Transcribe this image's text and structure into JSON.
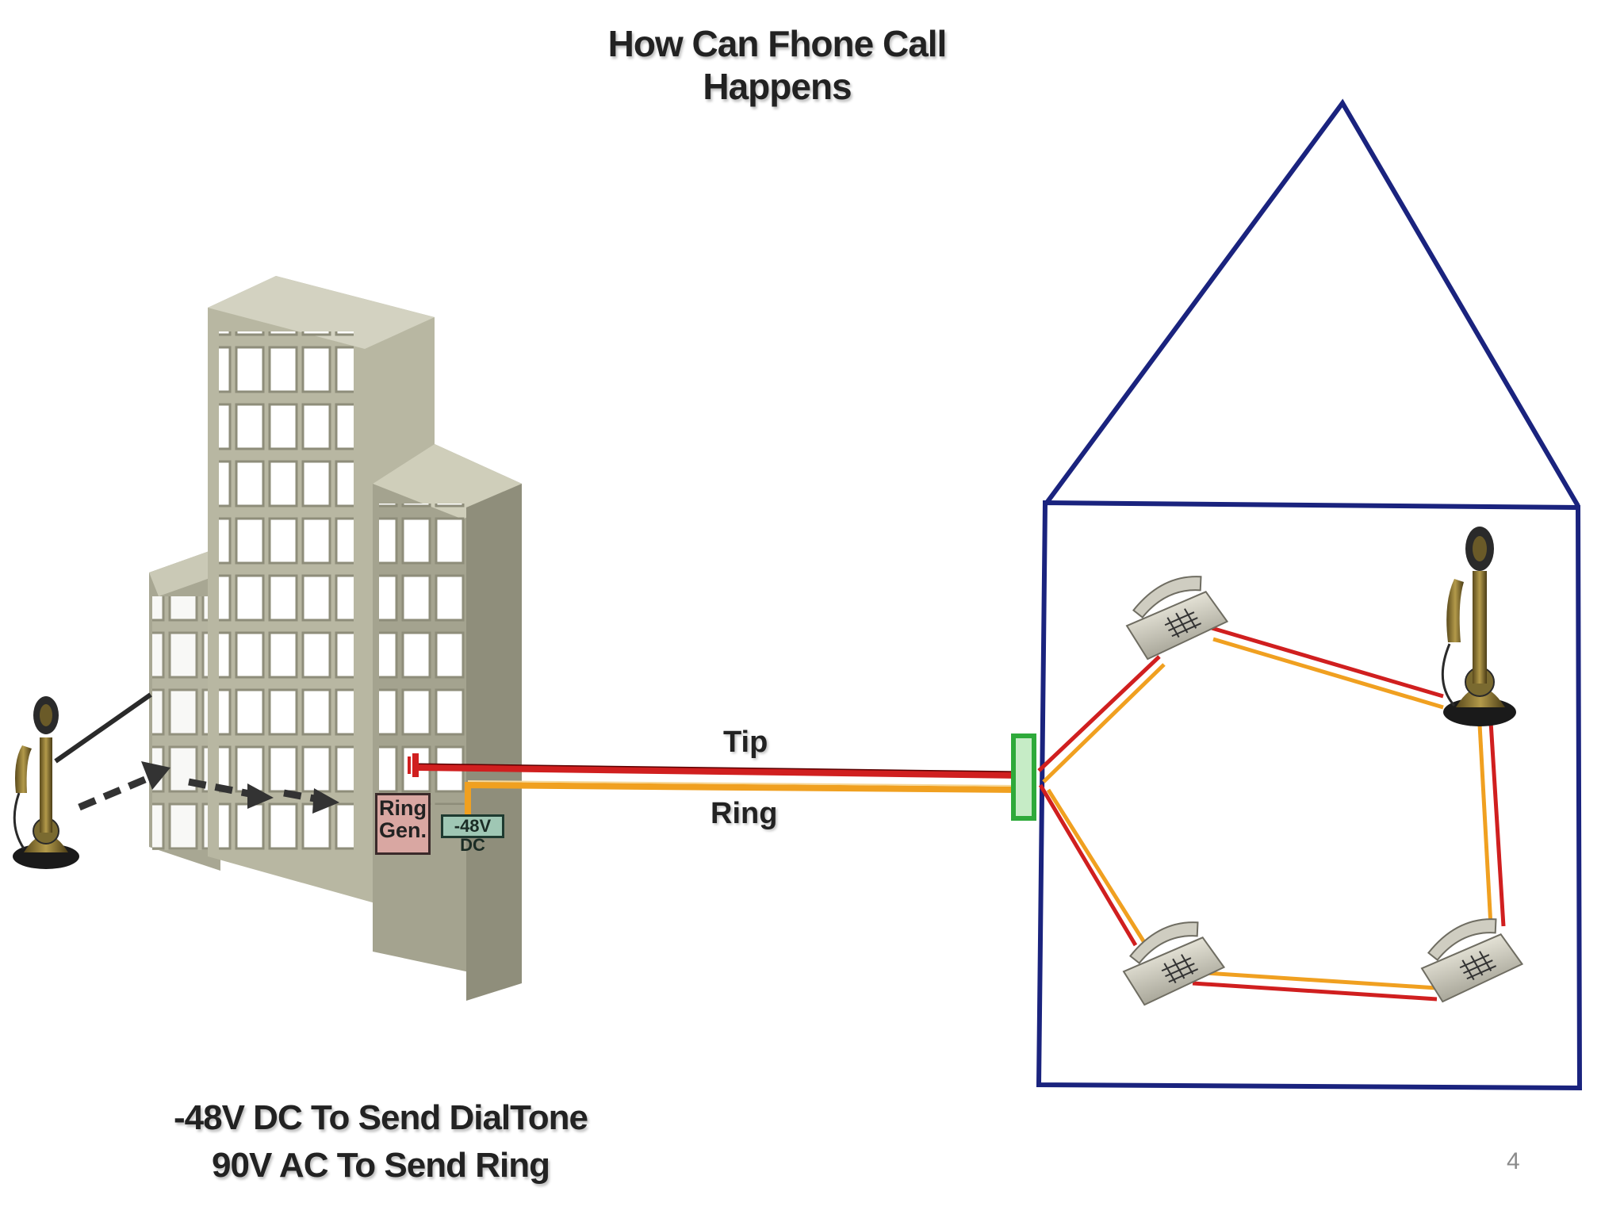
{
  "title": "How Can Fhone Call Happens",
  "labels": {
    "tip": "Tip",
    "ring": "Ring",
    "ring_gen": "Ring Gen.",
    "dc_supply": "-48V DC"
  },
  "caption": {
    "line1": "-48V DC To Send DialTone",
    "line2": "90V AC To Send Ring"
  },
  "page_number": "4",
  "colors": {
    "tip_wire": "#d01f1f",
    "ring_wire": "#f0a020",
    "house_outline": "#1a237e",
    "jack": "#2eaa3a",
    "building": "#b9b8a2"
  }
}
